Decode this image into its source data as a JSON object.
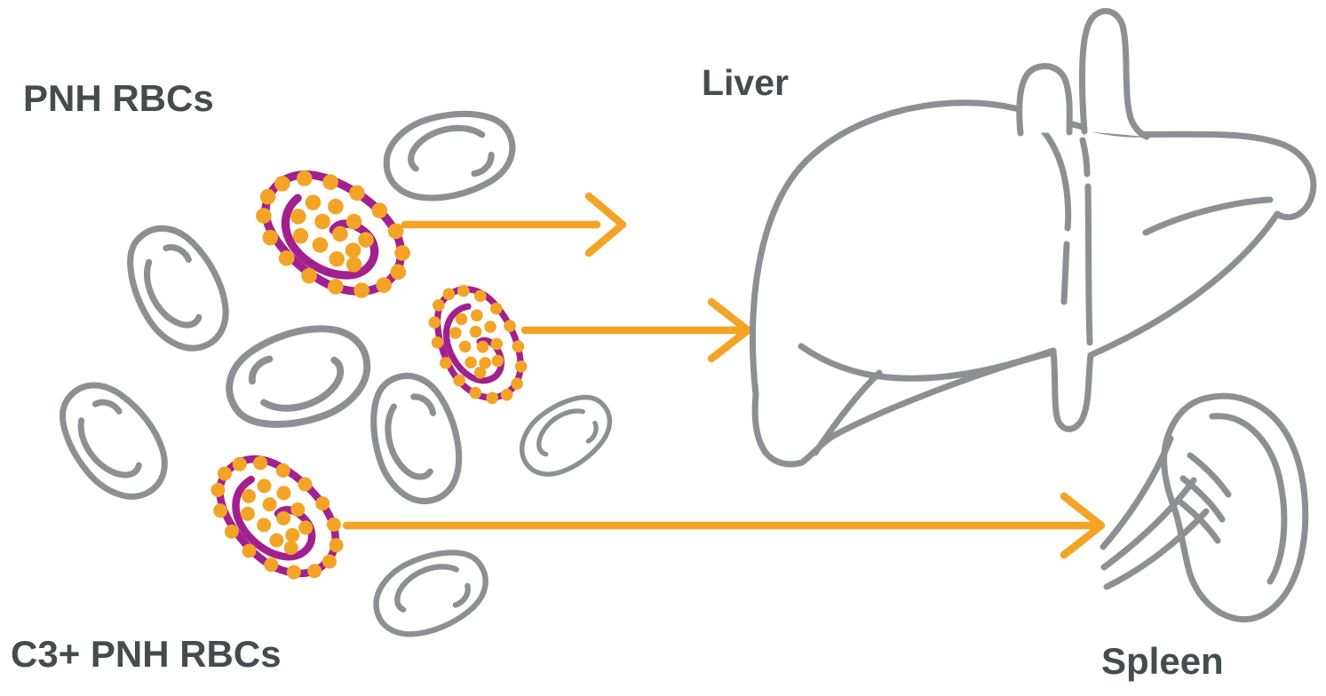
{
  "diagram": {
    "labels": {
      "pnh_rbcs": "PNH RBCs",
      "c3_pnh_rbcs": "C3+ PNH RBCs",
      "liver": "Liver",
      "spleen": "Spleen"
    },
    "colors": {
      "orange_accent": "#F3A427",
      "purple_cell_outline": "#A2208E",
      "gray_line": "#8C9093",
      "label_text": "#454C4E",
      "background": "#FFFFFF"
    },
    "counts": {
      "plain_pnh_rbcs": 7,
      "c3_coated_pnh_rbcs": 3,
      "arrows": 3
    },
    "arrows": [
      {
        "from": "C3+ PNH RBC (top)",
        "to": "Liver"
      },
      {
        "from": "C3+ PNH RBC (middle)",
        "to": "Liver"
      },
      {
        "from": "C3+ PNH RBC (bottom)",
        "to": "Spleen"
      }
    ],
    "icons": {
      "plain_cell": "rbc-icon",
      "coated_cell": "c3-coated-rbc-icon",
      "liver_drawing": "liver-icon",
      "spleen_drawing": "spleen-icon",
      "arrow": "arrow-right-icon"
    }
  }
}
